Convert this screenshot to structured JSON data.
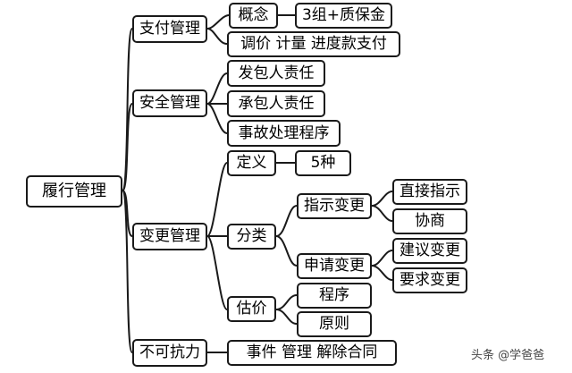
{
  "root": {
    "label": "履行管理"
  },
  "branches": {
    "payment": {
      "label": "支付管理",
      "concept": {
        "label": "概念",
        "detail": "3组+质保金"
      },
      "adjust": {
        "label": "调价 计量 进度款支付"
      }
    },
    "safety": {
      "label": "安全管理",
      "employer": {
        "label": "发包人责任"
      },
      "contractor": {
        "label": "承包人责任"
      },
      "accident": {
        "label": "事故处理程序"
      }
    },
    "change": {
      "label": "变更管理",
      "definition": {
        "label": "定义",
        "detail": "5种"
      },
      "classification": {
        "label": "分类",
        "instruction": {
          "label": "指示变更",
          "direct": "直接指示",
          "negotiate": "协商"
        },
        "application": {
          "label": "申请变更",
          "suggest": "建议变更",
          "request": "要求变更"
        }
      },
      "valuation": {
        "label": "估价",
        "procedure": "程序",
        "principle": "原则"
      }
    },
    "force_majeure": {
      "label": "不可抗力",
      "detail": {
        "label": "事件 管理 解除合同"
      }
    }
  },
  "watermark": "头条 @学爸爸",
  "colors": {
    "line": "#1a1a1a",
    "node_border": "#1a1a1a",
    "text": "#000000",
    "background": "#ffffff"
  }
}
